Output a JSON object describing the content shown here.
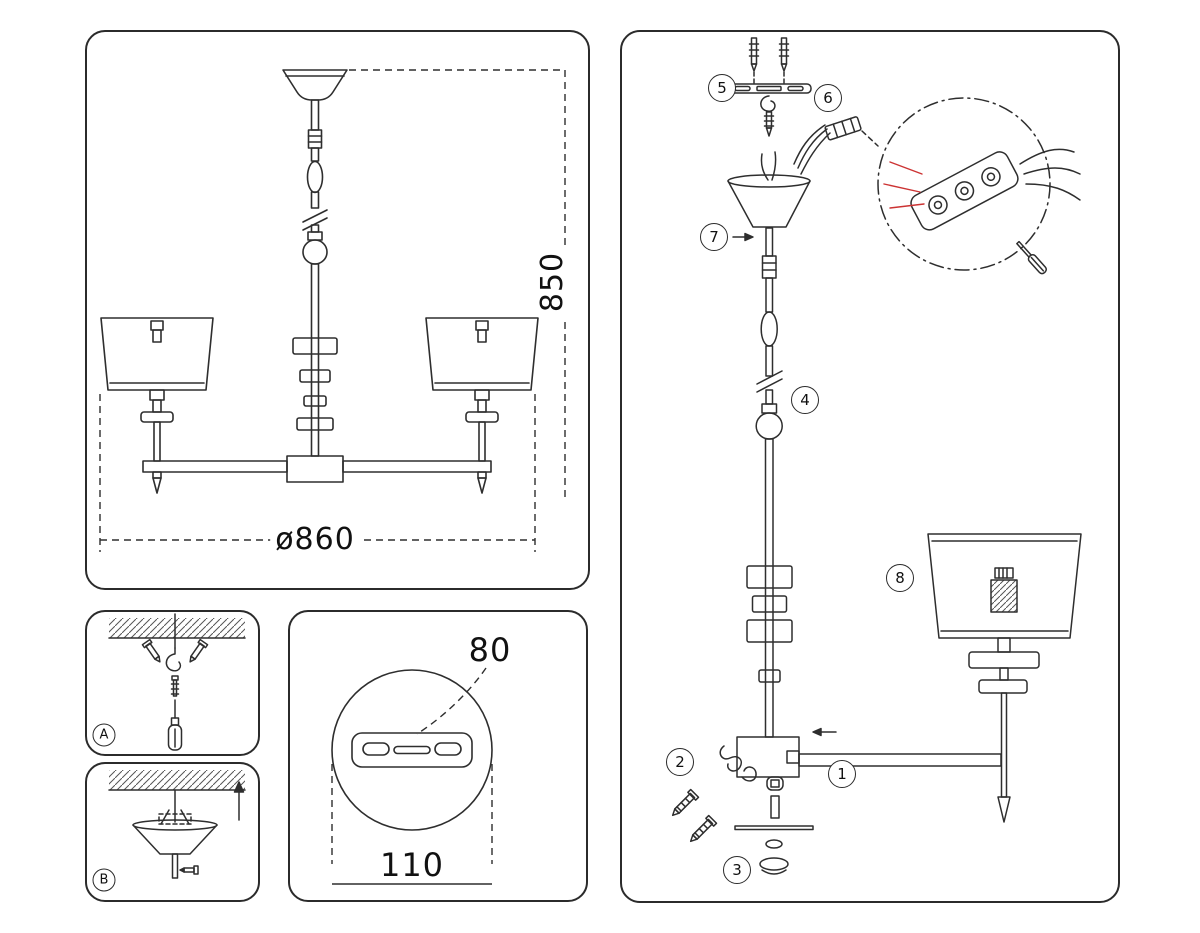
{
  "colors": {
    "line": "#2e2e2e",
    "wire_accent_red": "#cc3333",
    "background": "#ffffff"
  },
  "overview_panel": {
    "height_dimension": "850",
    "diameter_dimension": "ø860"
  },
  "mount_detail_a": {
    "badge": "A"
  },
  "mount_detail_b": {
    "badge": "B"
  },
  "bracket_detail_panel": {
    "hole_spacing_dimension": "80",
    "plate_length_dimension": "110"
  },
  "assembly_panel": {
    "step_markers": [
      "1",
      "2",
      "3",
      "4",
      "5",
      "6",
      "7",
      "8"
    ]
  }
}
